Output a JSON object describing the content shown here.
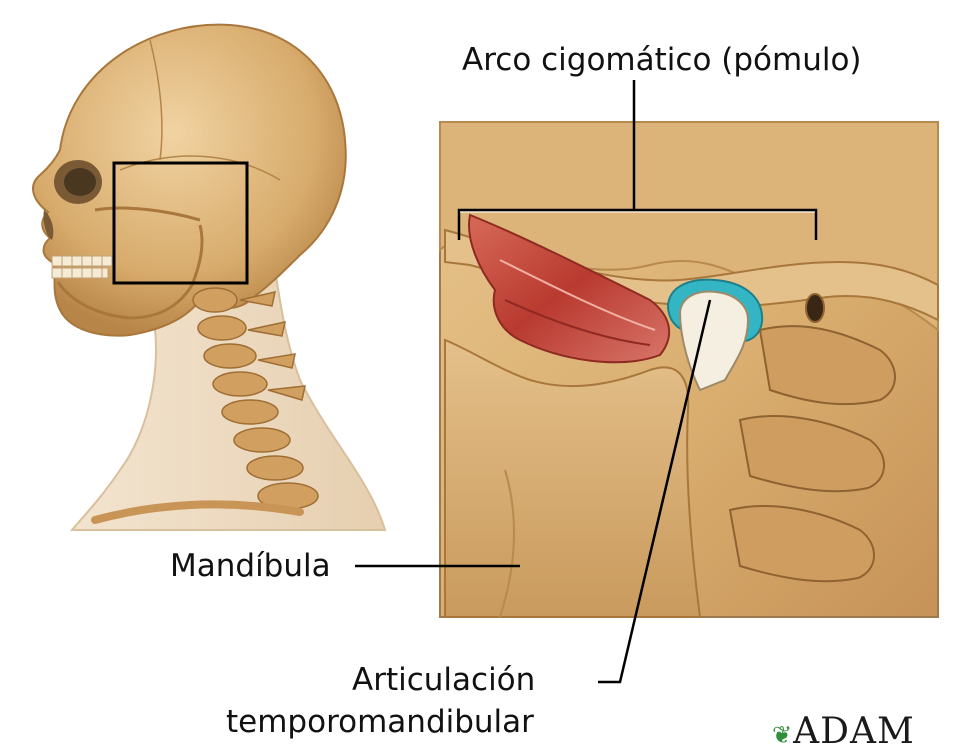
{
  "labels": {
    "zygomatic_arch": "Arco cigomático (pómulo)",
    "mandible": "Mandíbula",
    "tmj_line1": "Articulación",
    "tmj_line2": "temporomandibular"
  },
  "logo": {
    "text": "ADAM",
    "leaf_icon": "leaf-icon"
  },
  "colors": {
    "bone": "#d9b27a",
    "bone_dark": "#b88a4e",
    "muscle": "#c44a3c",
    "cartilage": "#2fb0c0",
    "outline": "#000000",
    "text": "#111111"
  }
}
